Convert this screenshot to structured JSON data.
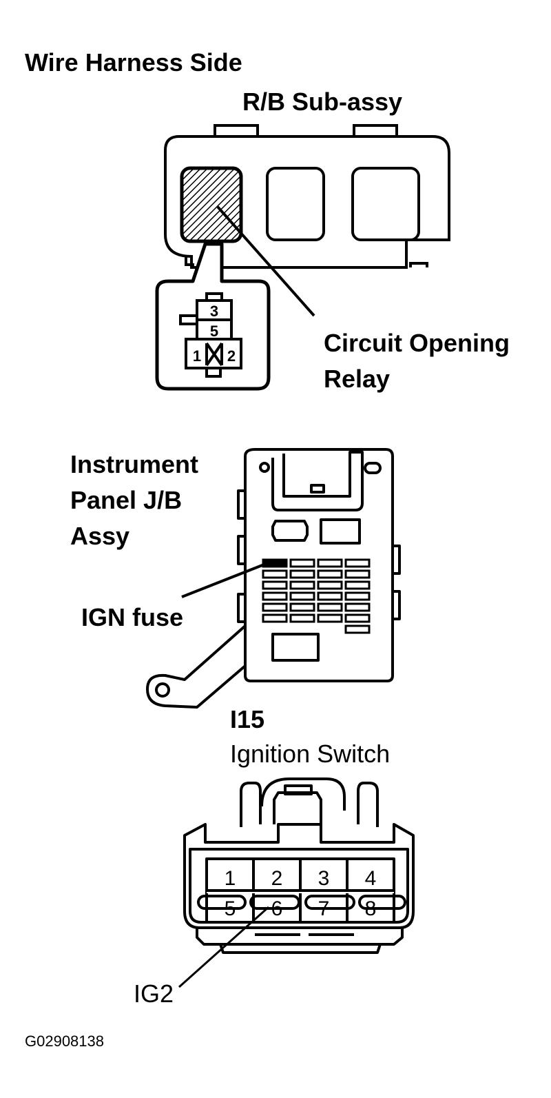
{
  "labels": {
    "wire_harness_side": "Wire Harness Side",
    "rb_sub_assy": "R/B  Sub-assy",
    "circuit_opening": "Circuit Opening",
    "relay": "Relay",
    "instrument": "Instrument",
    "panel_jb": "Panel J/B",
    "assy": "Assy",
    "ign_fuse": "IGN fuse",
    "i15": "I15",
    "ignition_switch": "Ignition Switch",
    "ig2": "IG2",
    "figure_code": "G02908138"
  },
  "relay_pins": [
    "3",
    "5",
    "1",
    "2"
  ],
  "ignition_pins": [
    "1",
    "2",
    "3",
    "4",
    "5",
    "6",
    "7",
    "8"
  ]
}
